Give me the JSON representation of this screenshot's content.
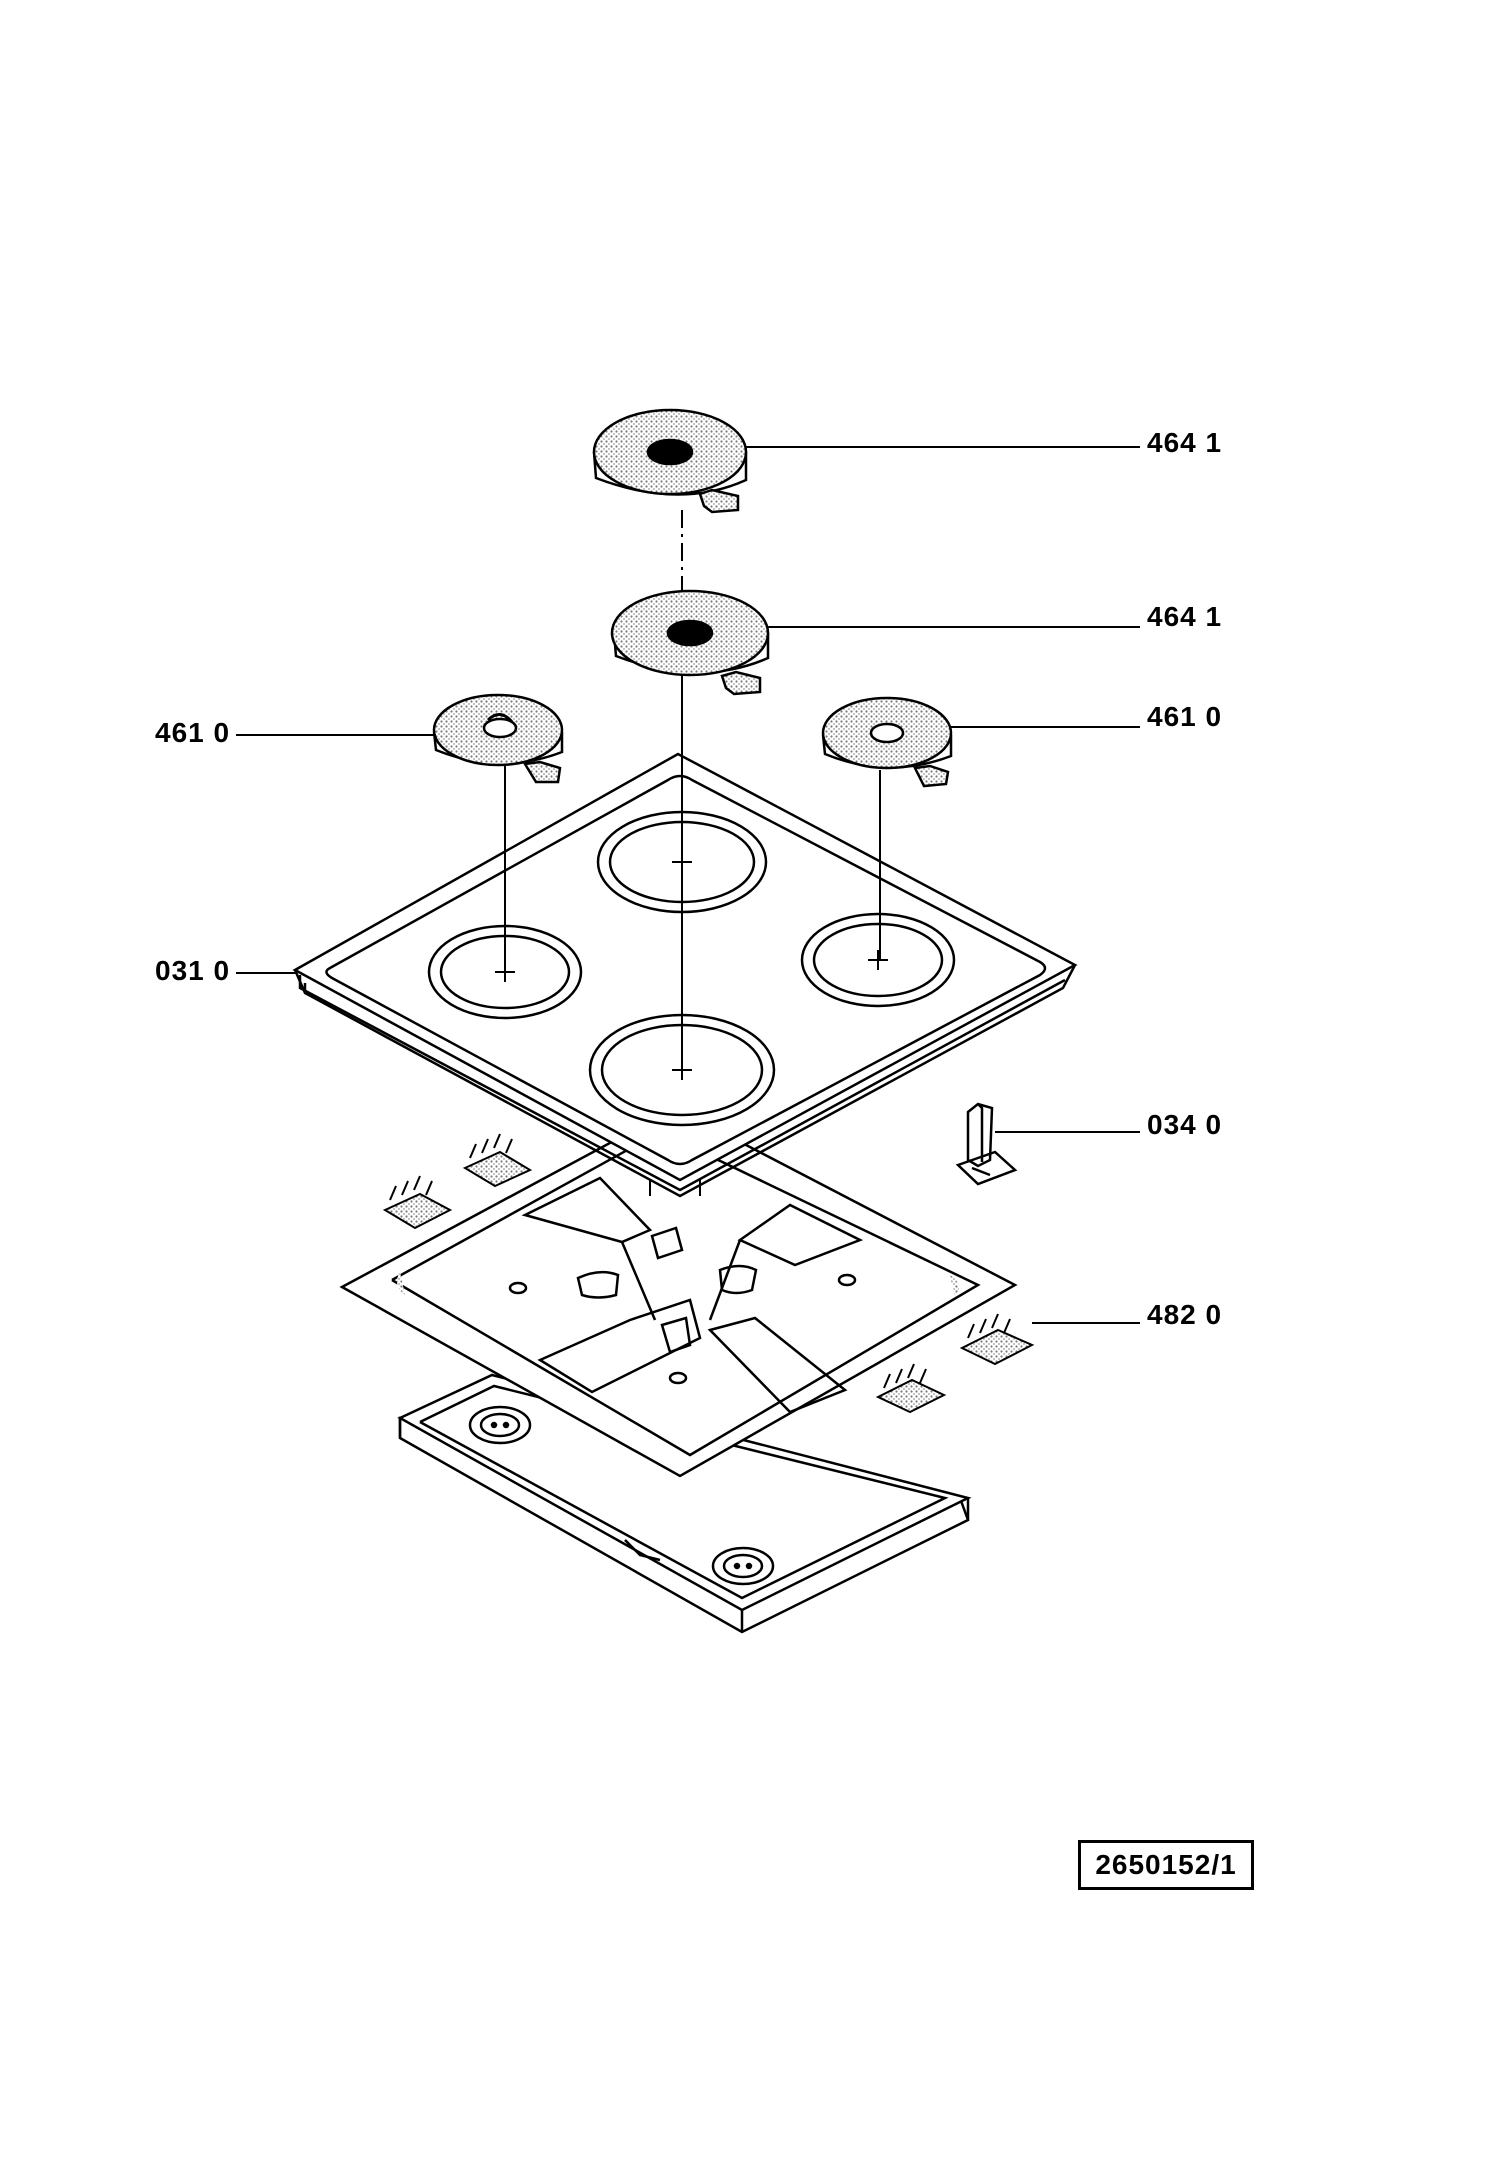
{
  "callouts": [
    {
      "id": "burner-top-back",
      "text": "464 1"
    },
    {
      "id": "burner-mid-back",
      "text": "464 1"
    },
    {
      "id": "burner-left",
      "text": "461 0"
    },
    {
      "id": "burner-right",
      "text": "461 0"
    },
    {
      "id": "hob-panel",
      "text": "031 0"
    },
    {
      "id": "clip",
      "text": "034 0"
    },
    {
      "id": "terminal-block",
      "text": "482 0"
    }
  ],
  "reference_number": "2650152/1",
  "colors": {
    "ink": "#000000",
    "stipple": "#b8b8b8",
    "paper": "#ffffff"
  }
}
